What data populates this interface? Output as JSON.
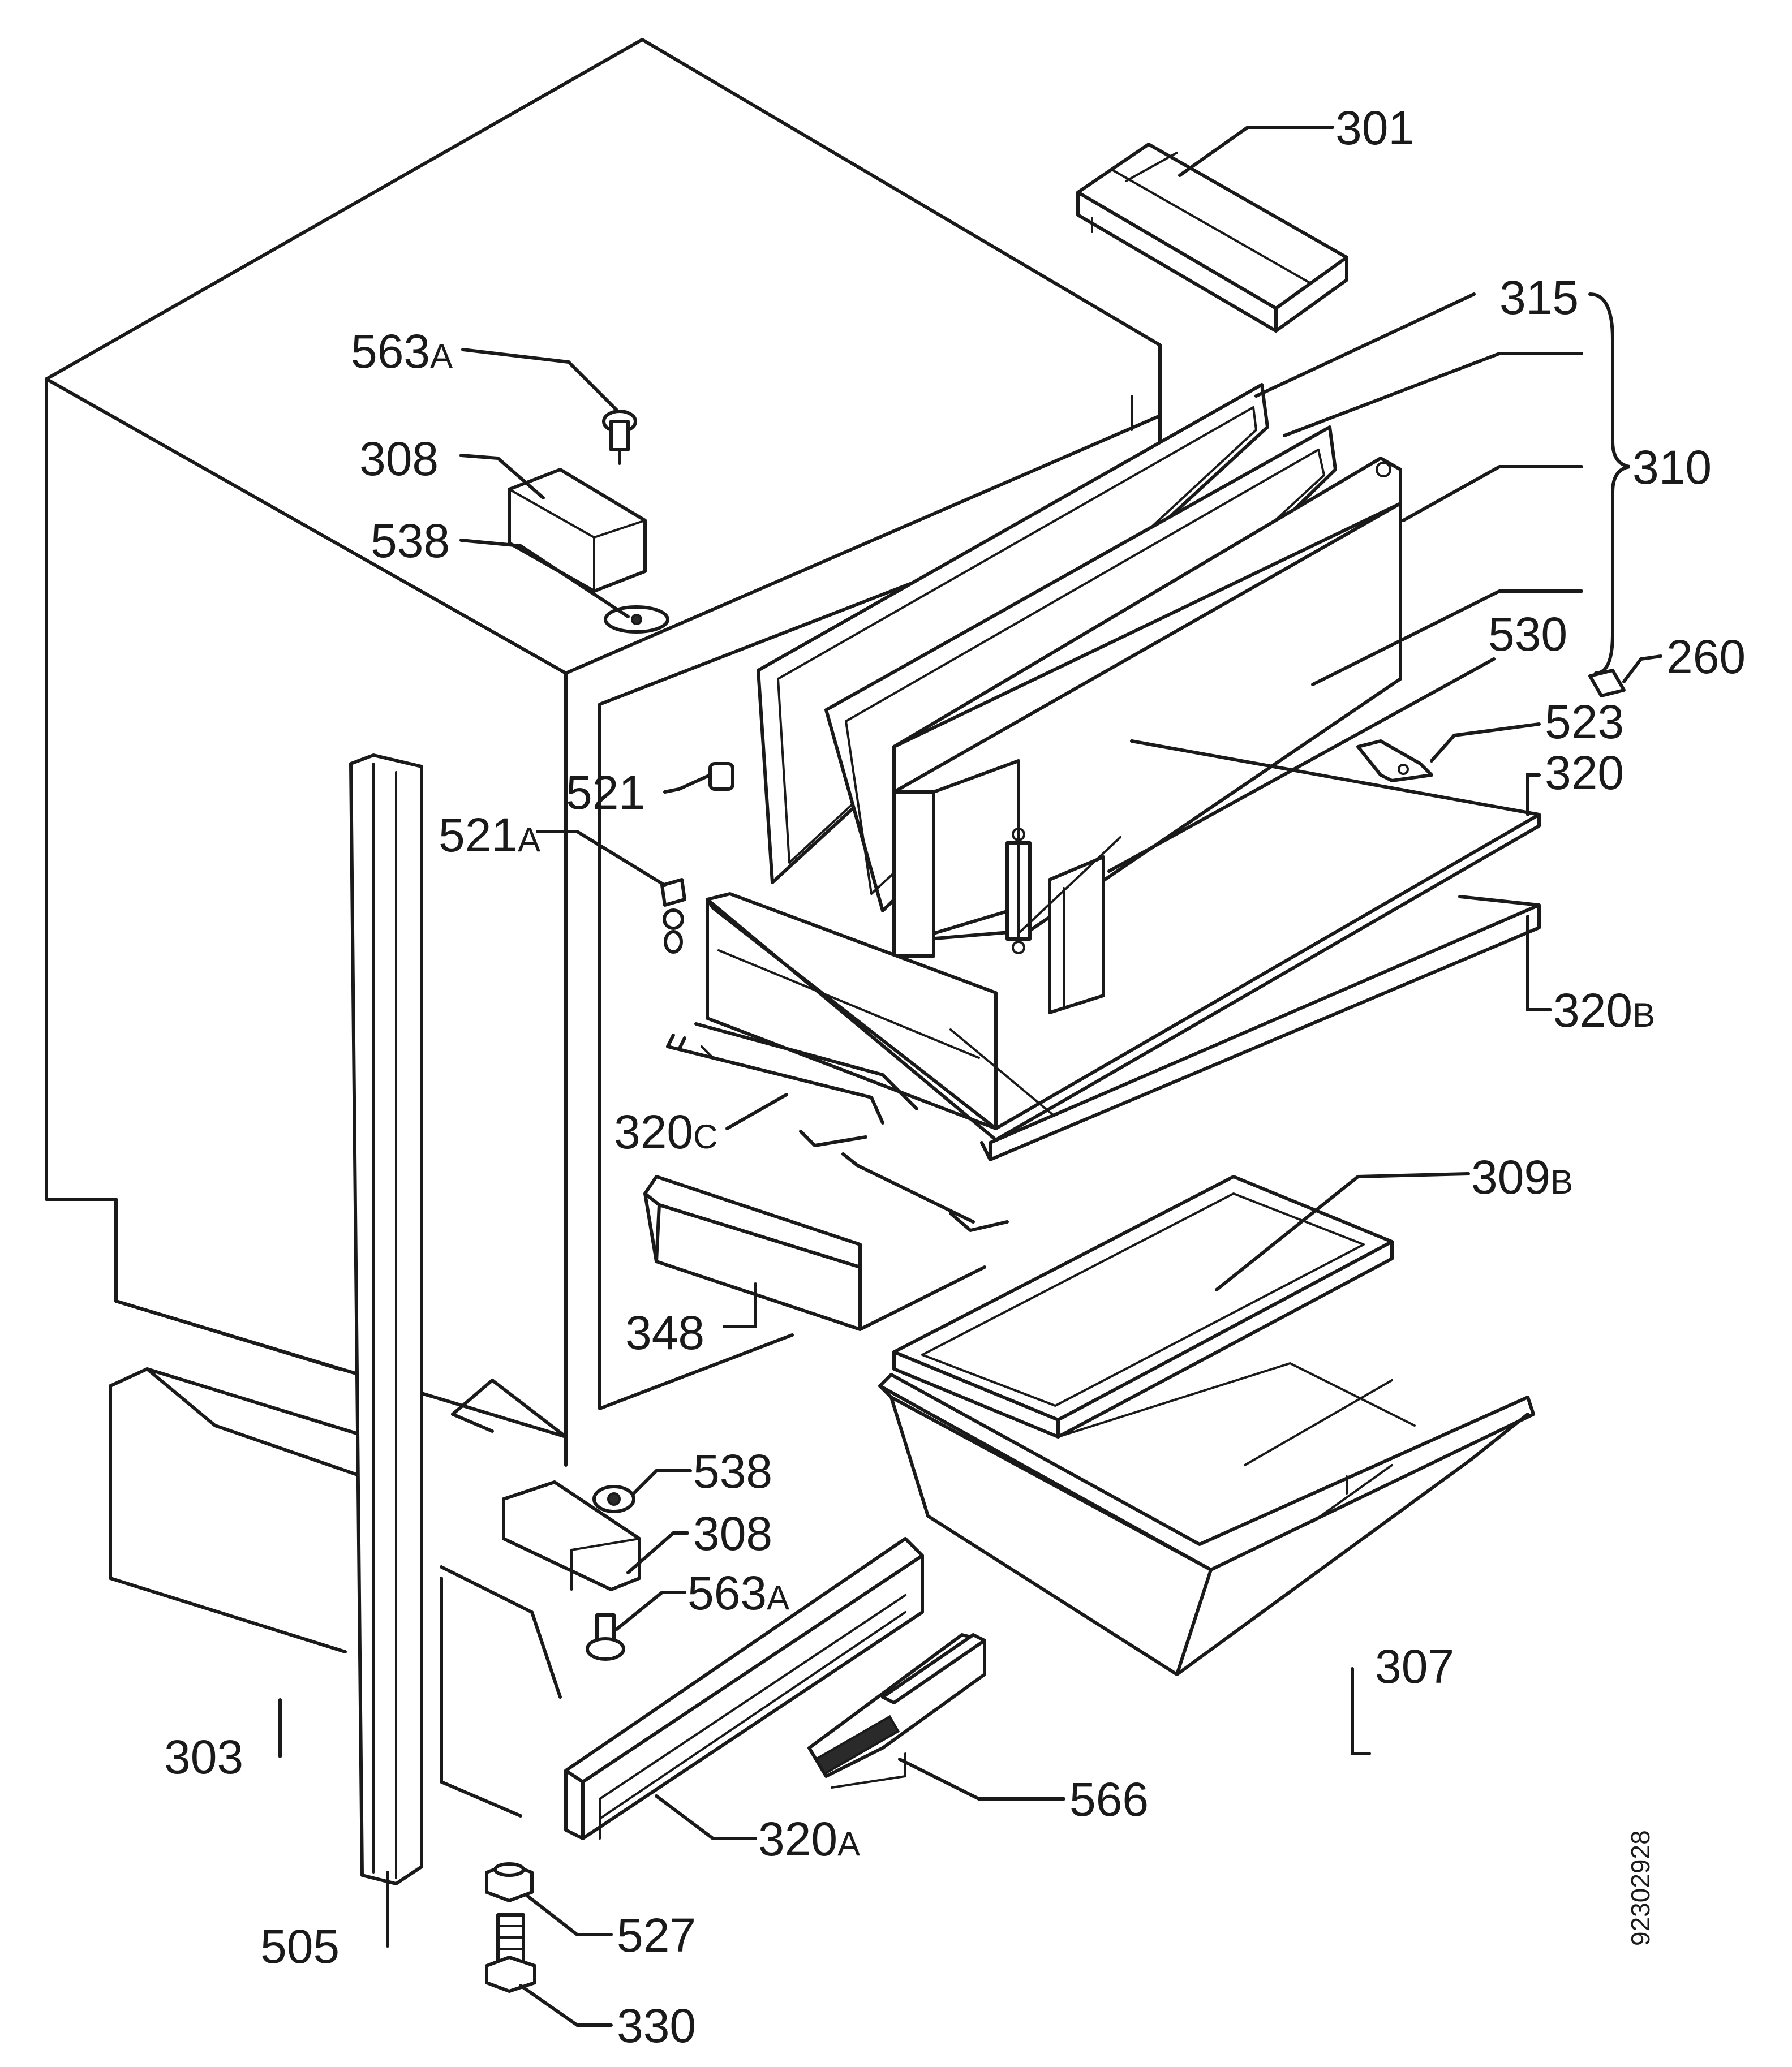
{
  "labels": {
    "p301": "301",
    "p315": "315",
    "p310": "310",
    "p563a_top_num": "563",
    "p563a_top_suf": "A",
    "p308_top": "308",
    "p538_top": "538",
    "p530": "530",
    "p260": "260",
    "p523": "523",
    "p320": "320",
    "p521": "521",
    "p521a_num": "521",
    "p521a_suf": "A",
    "p320b_num": "320",
    "p320b_suf": "B",
    "p320c_num": "320",
    "p320c_suf": "C",
    "p309b_num": "309",
    "p309b_suf": "B",
    "p348": "348",
    "p538_bot": "538",
    "p308_bot": "308",
    "p563a_bot_num": "563",
    "p563a_bot_suf": "A",
    "p307": "307",
    "p303": "303",
    "p566": "566",
    "p320a_num": "320",
    "p320a_suf": "A",
    "p505": "505",
    "p527": "527",
    "p330": "330"
  },
  "drawing_number": "92302928"
}
